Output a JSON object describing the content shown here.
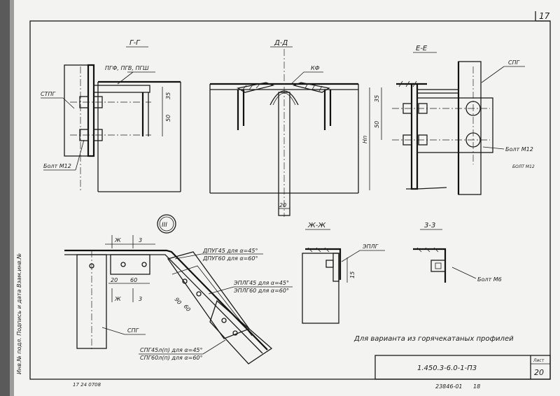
{
  "sheet_number": "17",
  "side_margin_text": "Инв.№ подл. Подпись и дата Взам.инв.№",
  "sections": {
    "g": {
      "title": "Г-Г",
      "callout_top": "ПГФ, ПГВ, ПГШ",
      "callout_left": "СТПГ",
      "callout_bolt": "Болт М12",
      "dim_a": "35",
      "dim_b": "50"
    },
    "d": {
      "title": "Д-Д",
      "callout": "КФ",
      "dim_width": "20"
    },
    "e": {
      "title": "Е-Е",
      "callout": "СПГ",
      "callout_bolt": "Болт М12",
      "dim_a": "35",
      "dim_b": "50",
      "dim_h": "Нп",
      "stamp_residue": "БОЛТ М12"
    },
    "iii": {
      "circle_label": "III",
      "dim_top": "Ж",
      "dim_top_val": "3",
      "dim_bottom": "Ж",
      "dim_bottom_val": "3",
      "dim_20": "20",
      "dim_60a": "60",
      "dim_60b": "60",
      "dim_90": "90",
      "callout_1a": "ДПУГ45 для α=45°",
      "callout_1b": "ДПУГ60 для α=60°",
      "callout_2a": "ЭПЛГ45 для α=45°",
      "callout_2b": "ЭПЛГ60 для α=60°",
      "callout_3a": "СПГ45л(п) для α=45°",
      "callout_3b": "СПГ60л(п) для α=60°",
      "callout_spg": "СПГ"
    },
    "zh": {
      "title": "Ж-Ж",
      "callout": "ЭПЛГ",
      "dim": "15"
    },
    "z": {
      "title": "3-3",
      "callout": "Болт М6"
    }
  },
  "note": "Для варианта из горячекатаных профилей",
  "title_block": {
    "code": "1.450.3-6.0-1-П3",
    "sheet_label": "Лист",
    "sheet_value": "20"
  },
  "footer": {
    "left_residue": "17  24 0708",
    "order": "23846-01",
    "order_sheet": "18"
  }
}
